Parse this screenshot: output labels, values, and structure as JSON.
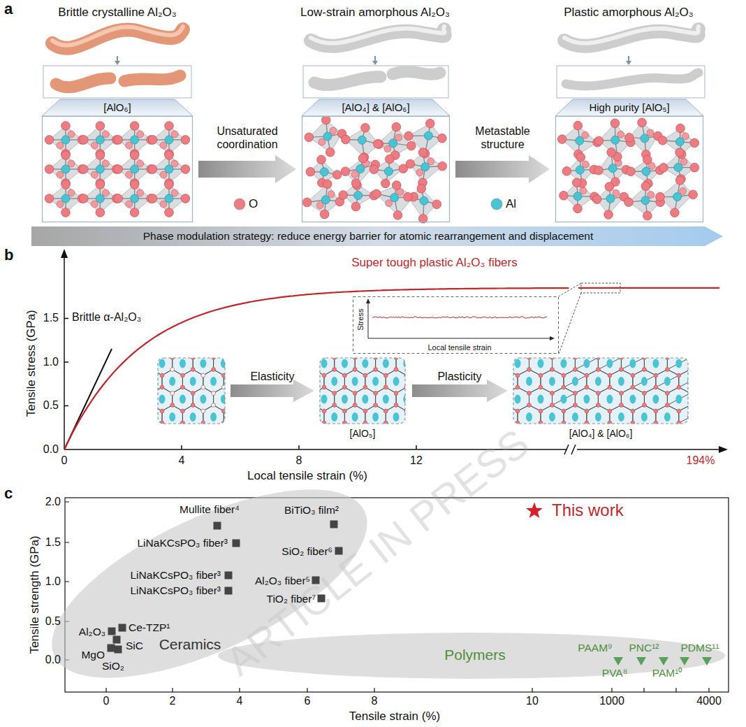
{
  "diagram": {
    "nodes": [
      {
        "text": [
          "[AlO₆]"
        ]
      },
      {
        "text": [
          "[AlO₄] & [AlO₆]"
        ]
      },
      {
        "text": [
          "High purity [AlO₅]"
        ]
      },
      {
        "text": [
          "Phase modulation strategy: reduce energy barrier for atomic rearrangement and displacement"
        ]
      },
      {
        "text": [
          "Stress",
          "Local tensile strain"
        ]
      },
      {
        "text": [
          "Ceramics"
        ]
      },
      {
        "text": [
          "Polymers"
        ]
      }
    ],
    "edges": [
      {
        "from": 0,
        "to": 1,
        "arrow": "to",
        "label": "Unsaturated coordination"
      },
      {
        "from": 1,
        "to": 2,
        "arrow": "to",
        "label": "Metastable structure"
      }
    ],
    "labels": [
      "a",
      "Brittle crystalline Al₂O₃",
      "Low-strain amorphous Al₂O₃",
      "Plastic amorphous Al₂O₃",
      "b",
      "Super tough plastic Al₂O₃ fibers",
      "Brittle α-Al₂O₃",
      "Elasticity",
      "Plasticity",
      "[AlO₅]",
      "[AlO₄] & [AlO₆]",
      "Tensile stress (GPa)",
      "0.0",
      "0.5",
      "1.0",
      "1.5",
      "0",
      "4",
      "8",
      "12",
      "194%",
      "Local tensile strain (%)",
      "c",
      "Tensile strength (GPa)",
      "2.0",
      "1.5",
      "1.0",
      "0.5",
      "0.0",
      "0",
      "2",
      "4",
      "6",
      "8",
      "10",
      "1000",
      "4000",
      "Tensile strain (%)",
      "Mullite fiber⁴",
      "BiTiO₃ film²",
      "LiNaKCsPO₃ fiber³",
      "SiO₂ fiber⁶",
      "LiNaKCsPO₃ fiber³",
      "Al₂O₃ fiber⁵",
      "LiNaKCsPO₃ fiber³",
      "TiO₂ fiber⁷",
      "Ce-TZP¹",
      "Al₂O₃",
      "SiC",
      "MgO",
      "SiO₂",
      "This work",
      "PAAM⁹",
      "PNC¹²",
      "PDMS¹¹",
      "PVA⁸",
      "PAM¹⁰",
      "ARTICLE IN PRESS"
    ],
    "legend": [
      {
        "text": "O",
        "color": "#ec7b82"
      },
      {
        "text": "Al",
        "color": "#4cc3d3"
      }
    ]
  }
}
